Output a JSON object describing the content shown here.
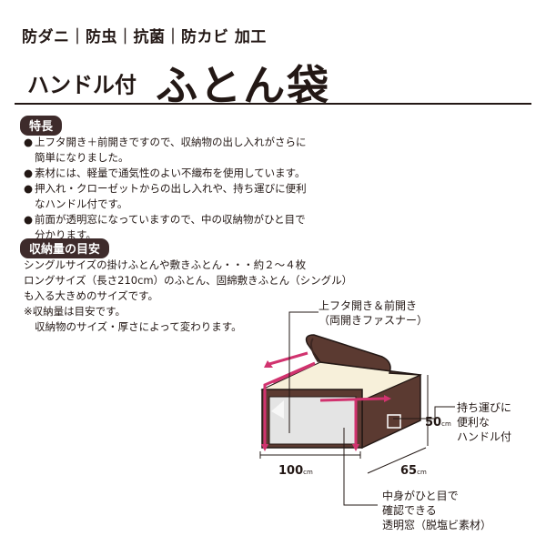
{
  "header": {
    "tagline": "防ダニ｜防虫｜抗菌｜防カビ 加工",
    "subtitle": "ハンドル付",
    "title": "ふとん袋"
  },
  "features": {
    "heading": "特長",
    "bullet": "●",
    "items": [
      {
        "lines": [
          "上フタ開き＋前開きですので、収納物の出し入れがさらに",
          "簡単になりました。"
        ]
      },
      {
        "lines": [
          "素材には、軽量で通気性のよい不織布を使用しています。"
        ]
      },
      {
        "lines": [
          "押入れ・クローゼットからの出し入れや、持ち運びに便利",
          "なハンドル付です。"
        ]
      },
      {
        "lines": [
          "前面が透明窓になっていますので、中の収納物がひと目で",
          "分かります。"
        ]
      }
    ]
  },
  "capacity": {
    "heading": "収納量の目安",
    "lines": [
      "シングルサイズの掛けふとんや敷きふとん・・・約２～４枚",
      "ロングサイズ（長さ210cm）のふとん、固綿敷きふとん（シングル）",
      "も入る大きめのサイズです。",
      "※収納量は目安です。",
      "収納物のサイズ・厚さによって変わります。"
    ]
  },
  "diagram": {
    "label_top": [
      "上フタ開き＆前開き",
      "（両開きファスナー）"
    ],
    "label_handle": [
      "持ち運びに",
      "便利な",
      "ハンドル付"
    ],
    "label_window": [
      "中身がひと目で",
      "確認できる",
      "透明窓（脱塩ビ素材）"
    ],
    "dim_width": "100",
    "dim_depth": "65",
    "dim_height": "50",
    "dim_unit": "cm"
  },
  "colors": {
    "bag_brown": "#5b3a31",
    "bag_dark": "#3e2722",
    "zipper_pink": "#d1336f",
    "interior": "#f7f0da",
    "window": "#e4e4e4",
    "label_bg": "#3e2b2b"
  }
}
